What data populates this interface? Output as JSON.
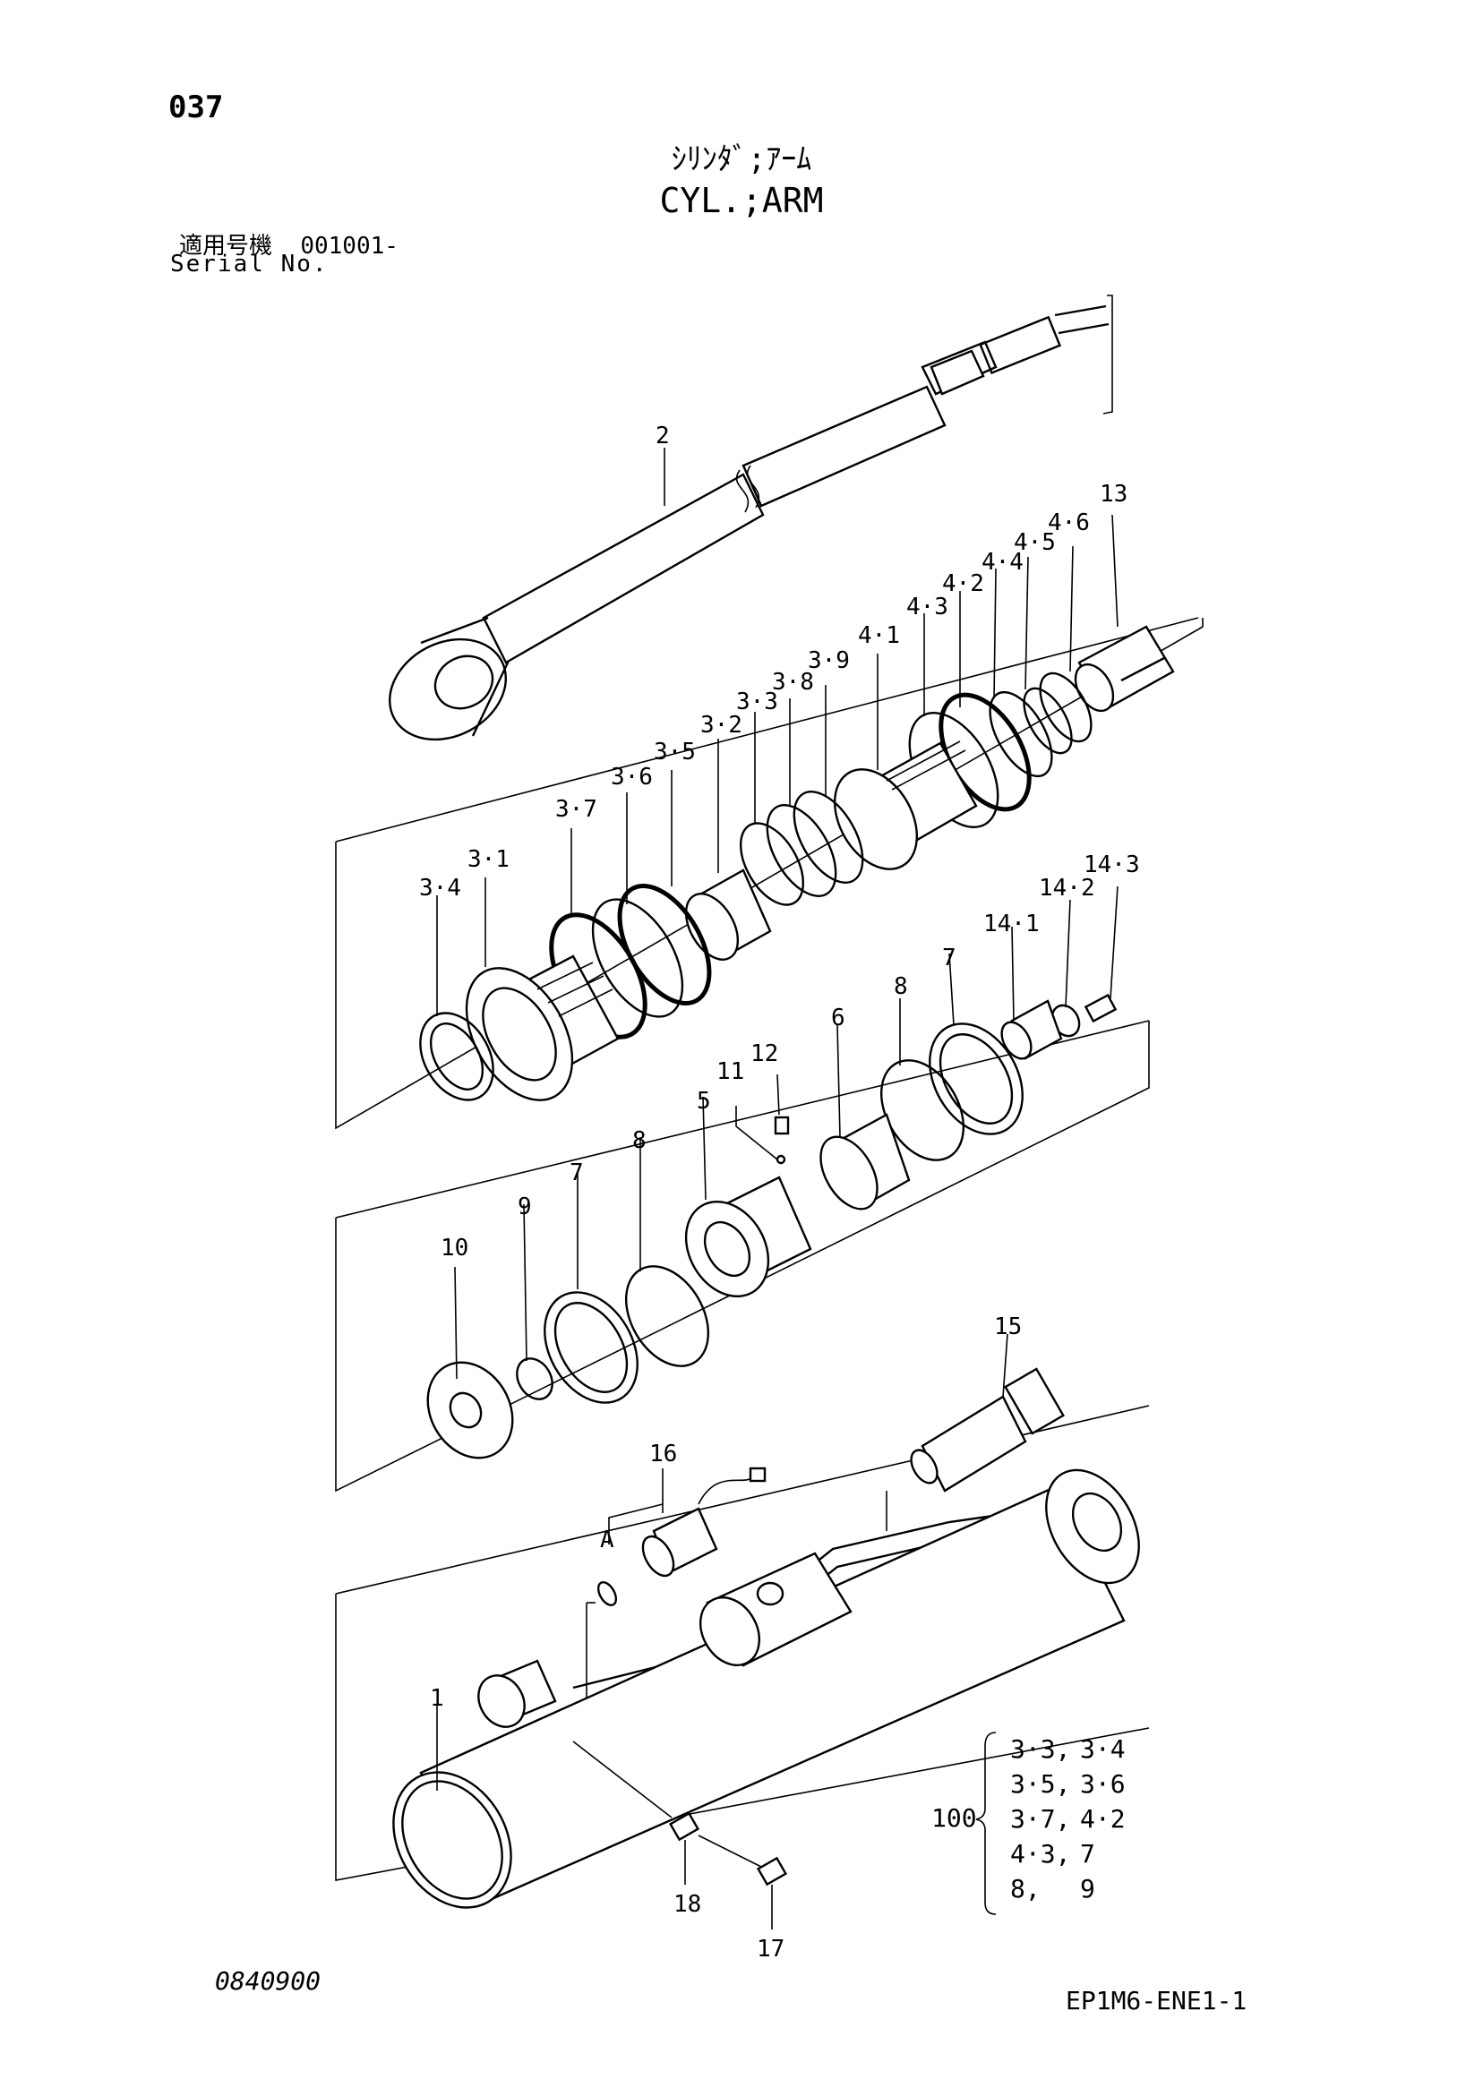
{
  "page_number": "037",
  "title_jp": "ｼﾘﾝﾀﾞ;ｱｰﾑ",
  "title_en": "CYL.;ARM",
  "serial_label_jp": "適用号機",
  "serial_value": "001001-",
  "serial_label_en": "Serial No.",
  "callouts": [
    {
      "id": "c-2",
      "text": "2"
    },
    {
      "id": "c-13",
      "text": "13"
    },
    {
      "id": "c-46",
      "text": "4·6"
    },
    {
      "id": "c-45",
      "text": "4·5"
    },
    {
      "id": "c-44",
      "text": "4·4"
    },
    {
      "id": "c-42",
      "text": "4·2"
    },
    {
      "id": "c-43",
      "text": "4·3"
    },
    {
      "id": "c-41",
      "text": "4·1"
    },
    {
      "id": "c-39",
      "text": "3·9"
    },
    {
      "id": "c-38",
      "text": "3·8"
    },
    {
      "id": "c-33",
      "text": "3·3"
    },
    {
      "id": "c-32",
      "text": "3·2"
    },
    {
      "id": "c-35",
      "text": "3·5"
    },
    {
      "id": "c-36",
      "text": "3·6"
    },
    {
      "id": "c-37",
      "text": "3·7"
    },
    {
      "id": "c-31",
      "text": "3·1"
    },
    {
      "id": "c-34",
      "text": "3·4"
    },
    {
      "id": "c-143",
      "text": "14·3"
    },
    {
      "id": "c-142",
      "text": "14·2"
    },
    {
      "id": "c-141",
      "text": "14·1"
    },
    {
      "id": "c-7a",
      "text": "7"
    },
    {
      "id": "c-8a",
      "text": "8"
    },
    {
      "id": "c-6",
      "text": "6"
    },
    {
      "id": "c-12",
      "text": "12"
    },
    {
      "id": "c-11",
      "text": "11"
    },
    {
      "id": "c-5",
      "text": "5"
    },
    {
      "id": "c-8b",
      "text": "8"
    },
    {
      "id": "c-7b",
      "text": "7"
    },
    {
      "id": "c-9",
      "text": "9"
    },
    {
      "id": "c-10",
      "text": "10"
    },
    {
      "id": "c-15",
      "text": "15"
    },
    {
      "id": "c-16",
      "text": "16"
    },
    {
      "id": "c-A",
      "text": "A"
    },
    {
      "id": "c-1",
      "text": "1"
    },
    {
      "id": "c-18",
      "text": "18"
    },
    {
      "id": "c-17",
      "text": "17"
    }
  ],
  "kit": {
    "number": "100",
    "rows": [
      {
        "a": "3·3,",
        "b": "3·4"
      },
      {
        "a": "3·5,",
        "b": "3·6"
      },
      {
        "a": "3·7,",
        "b": "4·2"
      },
      {
        "a": "4·3,",
        "b": "7"
      },
      {
        "a": "8,",
        "b": "9"
      }
    ]
  },
  "footer_left": "0840900",
  "footer_right": "EP1M6-ENE1-1"
}
